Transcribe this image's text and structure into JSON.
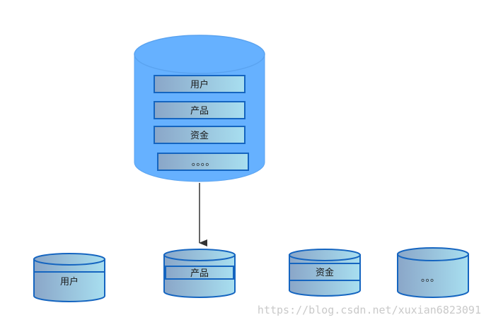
{
  "main_db": {
    "tables": [
      "用户",
      "产品",
      "资金",
      "。。。。"
    ]
  },
  "shards": [
    {
      "label": "用户"
    },
    {
      "label": "产品"
    },
    {
      "label": "资金"
    },
    {
      "label": "。。。"
    }
  ],
  "watermark": "https://blog.csdn.net/xuxian6823091",
  "colors": {
    "main_body": "#66b1ff",
    "main_stroke": "#5aa3f0",
    "shard_stroke": "#1565c0",
    "grad_start": "#8aa6c8",
    "grad_end": "#a8dff0",
    "arrow": "#333333"
  }
}
